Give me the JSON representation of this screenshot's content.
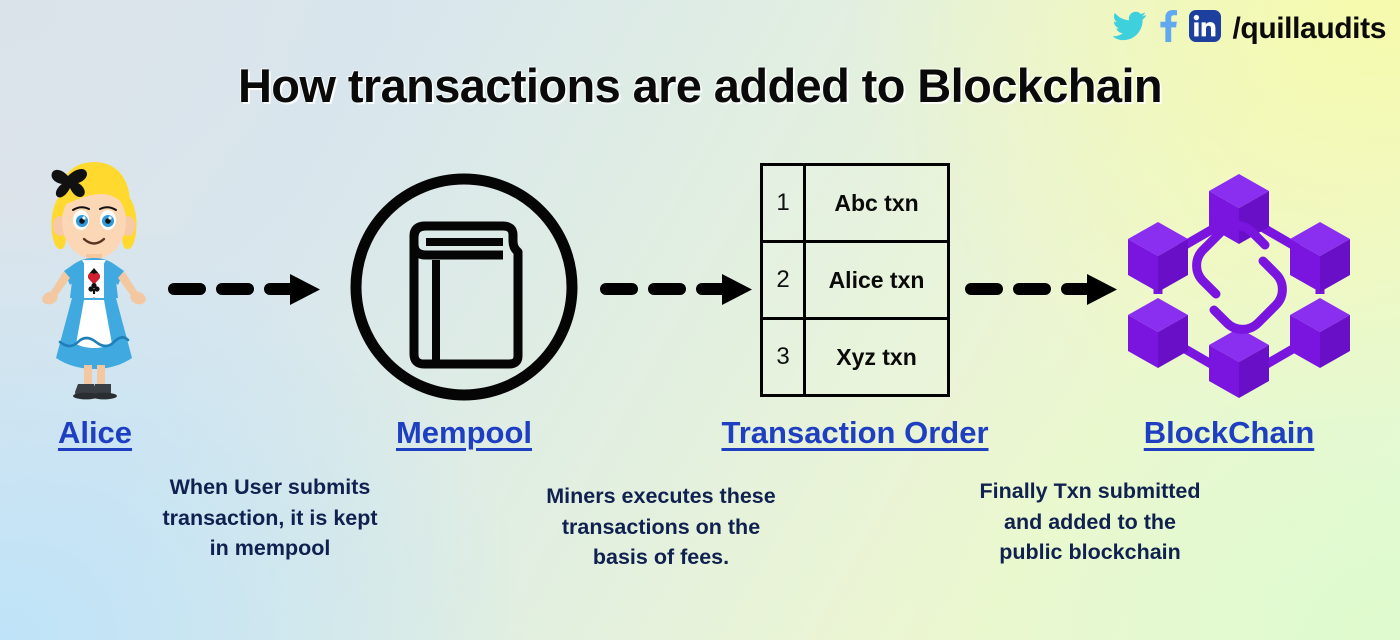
{
  "header": {
    "handle": "/quillaudits",
    "social_icons": [
      {
        "name": "twitter-icon",
        "label": "Twitter"
      },
      {
        "name": "facebook-icon",
        "label": "Facebook"
      },
      {
        "name": "linkedin-icon",
        "label": "LinkedIn"
      }
    ]
  },
  "title": "How transactions are added to Blockchain",
  "stages": [
    {
      "id": "alice",
      "label": "Alice",
      "icon": "alice-character-icon",
      "caption": "When User submits\ntransaction, it is kept\nin mempool",
      "caption_lines": [
        "When User submits",
        "transaction, it is kept",
        "in mempool"
      ]
    },
    {
      "id": "mempool",
      "label": "Mempool",
      "icon": "book-circle-icon",
      "caption": "Miners executes these\ntransactions on the\nbasis of fees.",
      "caption_lines": [
        "Miners executes these",
        "transactions on the",
        "basis of fees."
      ]
    },
    {
      "id": "transaction-order",
      "label": "Transaction Order",
      "icon": "transaction-table-icon",
      "caption": "Finally Txn submitted\nand added to the\npublic blockchain",
      "caption_lines": [
        "Finally Txn submitted",
        "and added to the",
        "public blockchain"
      ]
    },
    {
      "id": "blockchain",
      "label": "BlockChain",
      "icon": "blockchain-cubes-icon",
      "caption": "",
      "caption_lines": []
    }
  ],
  "transaction_table": {
    "rows": [
      {
        "index": "1",
        "name": "Abc txn"
      },
      {
        "index": "2",
        "name": "Alice txn"
      },
      {
        "index": "3",
        "name": "Xyz txn"
      }
    ]
  },
  "arrows": [
    {
      "name": "arrow-alice-to-mempool",
      "style": "dashed-right"
    },
    {
      "name": "arrow-mempool-to-order",
      "style": "dashed-right"
    },
    {
      "name": "arrow-order-to-blockchain",
      "style": "dashed-right"
    }
  ],
  "colors": {
    "link_blue": "#1f3fc2",
    "caption_navy": "#10214f",
    "blockchain_purple": "#7a15e0",
    "twitter_cyan": "#3fd0dd",
    "facebook_blue": "#62a8f0",
    "linkedin_blue": "#1d3f9e",
    "arrow_black": "#000000",
    "bg_top_left": "#dee4ea",
    "bg_bottom_left": "#c2e4f8",
    "bg_top_right": "#f5f8b5",
    "bg_bottom_right": "#e4fad8"
  }
}
